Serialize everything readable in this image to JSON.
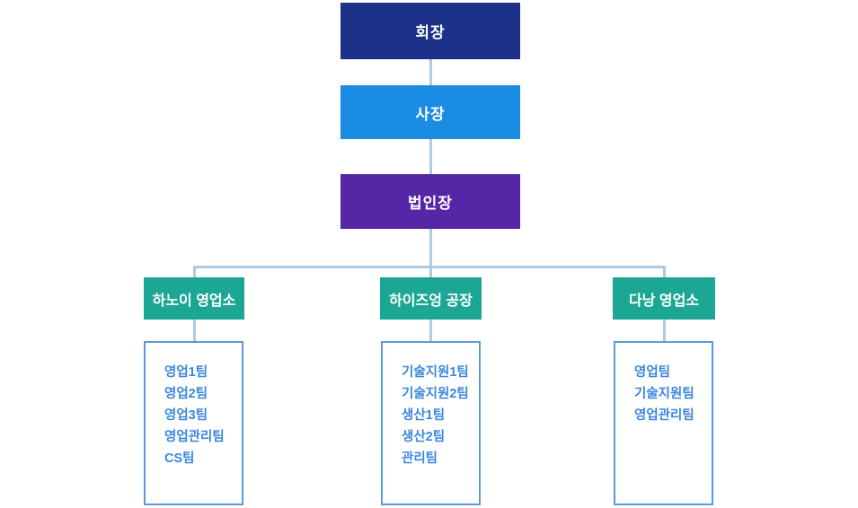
{
  "org_chart": {
    "title": "organization-chart",
    "levels": [
      {
        "label": "회장",
        "color": "#1e3189"
      },
      {
        "label": "사장",
        "color": "#1b8ce4"
      },
      {
        "label": "법인장",
        "color": "#5527a6"
      }
    ],
    "branches": [
      {
        "label": "하노이 영업소",
        "teams": [
          "영업1팀",
          "영업2팀",
          "영업3팀",
          "영업관리팀",
          "CS팀"
        ]
      },
      {
        "label": "하이즈엉 공장",
        "teams": [
          "기술지원1팀",
          "기술지원2팀",
          "생산1팀",
          "생산2팀",
          "관리팀"
        ]
      },
      {
        "label": "다낭 영업소",
        "teams": [
          "영업팀",
          "기술지원팀",
          "영업관리팀"
        ]
      }
    ],
    "colors": {
      "chairman_box": "#1e3189",
      "president_box": "#1b8ce4",
      "corporate_head_box": "#5527a6",
      "branch_box": "#1ca795",
      "connector_line": "#abcce4",
      "team_box_border": "#5b9bd5",
      "team_text": "#3a87de",
      "box_text": "#ffffff",
      "background": "#ffffff"
    }
  }
}
